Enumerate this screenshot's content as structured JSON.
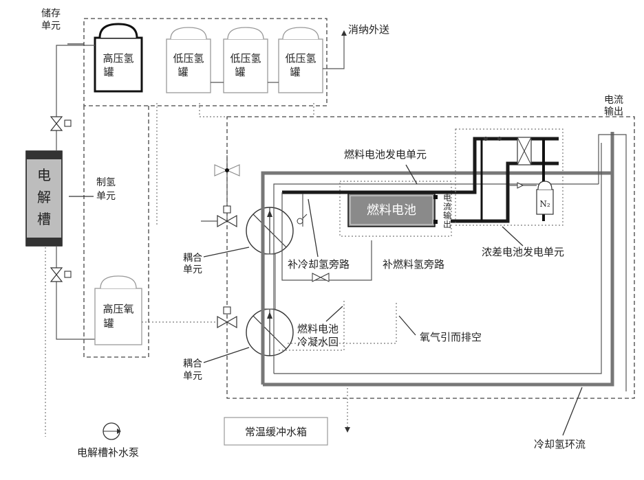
{
  "labels": {
    "storage_unit": [
      "储存",
      "单元"
    ],
    "hydrogen_unit": [
      "制氢",
      "单元"
    ],
    "electrolyzer": [
      "电",
      "解",
      "槽"
    ],
    "hp_h2_tank": [
      "高压氢",
      "罐"
    ],
    "lp_h2_tank": [
      "低压氢",
      "罐"
    ],
    "hp_o2_tank": [
      "高压氧",
      "罐"
    ],
    "export": "消纳外送",
    "current_output": [
      "电流",
      "输出"
    ],
    "fc_power_unit": "燃料电池发电单元",
    "fuel_cell": "燃料电池",
    "current_output_v": [
      "电",
      "流",
      "输",
      "出"
    ],
    "concentration_cell_unit": "浓差电池发电单元",
    "n2": "N₂",
    "coupling_unit_1": [
      "耦合",
      "单元"
    ],
    "coupling_unit_2": [
      "耦合",
      "单元"
    ],
    "cooling_h2_bypass": "补冷却氢旁路",
    "fuel_h2_bypass": "补燃料氢旁路",
    "fc_condensate": [
      "燃料电池",
      "冷凝水回"
    ],
    "o2_exhaust": "氧气引而排空",
    "buffer_tank": "常温缓冲水箱",
    "cooling_circulation": "冷却氢环流",
    "makeup_pump": "电解槽补水泵"
  },
  "colors": {
    "line": "#333333",
    "fuel_cell_fill": "#8a8a8a",
    "electrolyzer_fill": "#bdbdbd"
  }
}
